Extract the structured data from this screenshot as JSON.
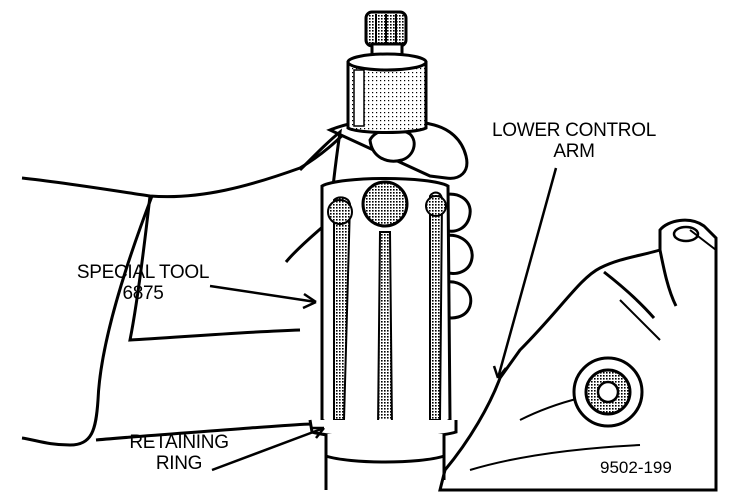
{
  "figure": {
    "labels": {
      "lower_control_arm": [
        "LOWER CONTROL",
        "ARM"
      ],
      "special_tool": [
        "SPECIAL TOOL",
        "6875"
      ],
      "retaining_ring": [
        "RETAINING",
        "RING"
      ]
    },
    "figure_number": "9502-199"
  },
  "colors": {
    "ink": "#000000",
    "paper": "#ffffff",
    "shade": "#6b6b6b"
  }
}
